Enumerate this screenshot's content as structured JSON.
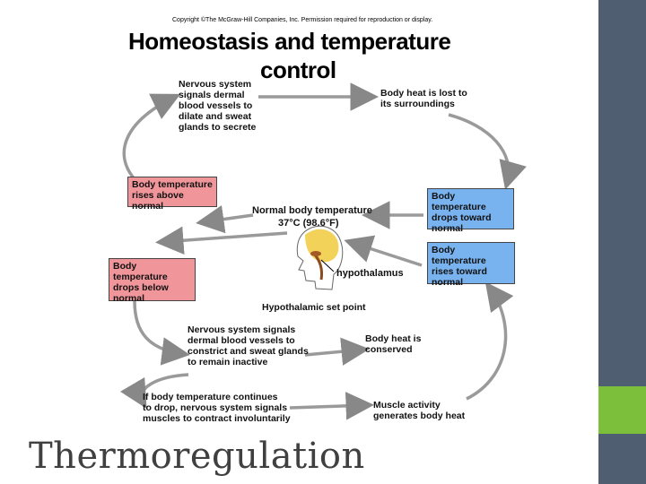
{
  "slide": {
    "title": "Thermoregulation"
  },
  "colors": {
    "sidebar": "#4f5e70",
    "accent_square": "#7cbf3a",
    "rises_box": "#f0959a",
    "drops_box": "#79b3ef"
  },
  "figure": {
    "copyright": "Copyright ©The McGraw-Hill Companies, Inc. Permission required for reproduction or display.",
    "heading_line1": "Homeostasis and temperature",
    "heading_line2": "control",
    "top_left_text": "Nervous system\nsignals dermal\nblood vessels to\ndilate and sweat\nglands to secrete",
    "top_right_text": "Body heat is lost to\nits surroundings",
    "rises_above_box": "Body temperature\nrises above normal",
    "drops_toward_box": "Body temperature\ndrops toward\nnormal",
    "normal_temp_line1": "Normal body temperature",
    "normal_temp_line2": "37°C (98.6°F)",
    "drops_below_box": "Body temperature\ndrops below\nnormal",
    "rises_toward_box": "Body temperature\nrises toward\nnormal",
    "hypothalamus": "hypothalamus",
    "set_point": "Hypothalamic set point",
    "constrict_text": "Nervous system signals\ndermal blood vessels to\nconstrict and sweat glands\nto remain inactive",
    "conserved_text": "Body heat is\nconserved",
    "continues_text": "If body temperature continues\nto drop, nervous system signals\nmuscles to contract involuntarily",
    "muscle_text": "Muscle activity\ngenerates body heat"
  }
}
